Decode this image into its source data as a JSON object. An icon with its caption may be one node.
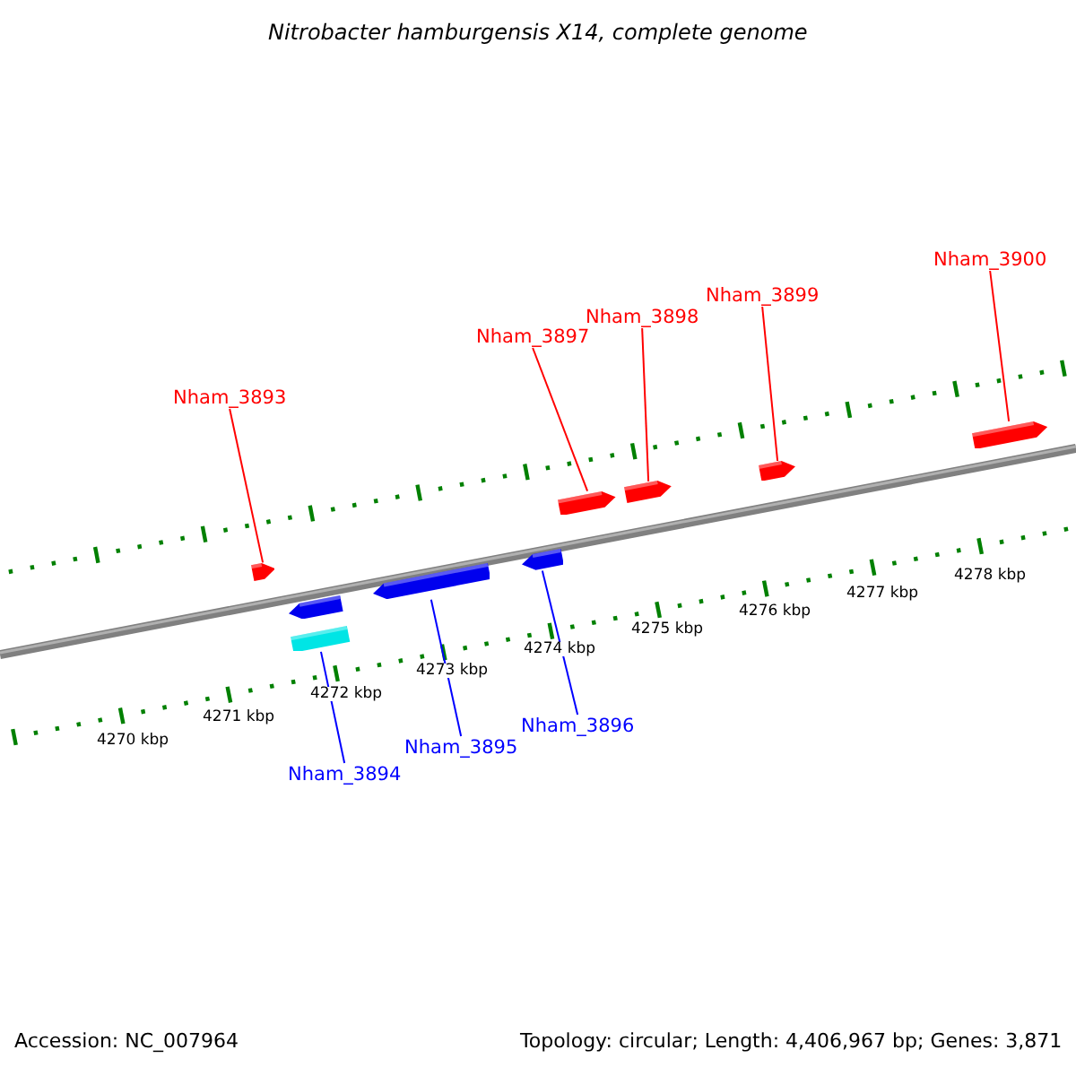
{
  "diagram": {
    "title": "Nitrobacter hamburgensis X14, complete genome",
    "nodes": [
      {
        "text": [
          "Nham_3900"
        ]
      },
      {
        "text": [
          "Nham_3899"
        ]
      },
      {
        "text": [
          "Nham_3898"
        ]
      },
      {
        "text": [
          "Nham_3897"
        ]
      },
      {
        "text": [
          "Nham_3893"
        ]
      },
      {
        "text": [
          "Nham_3896"
        ]
      },
      {
        "text": [
          "Nham_3895"
        ]
      },
      {
        "text": [
          "Nham_3894"
        ]
      },
      {
        "text": [],
        "shape": "pentagon"
      },
      {
        "text": [],
        "shape": "pentagon"
      },
      {
        "text": [],
        "shape": "bar"
      },
      {
        "text": [],
        "shape": "pentagon"
      },
      {
        "text": [],
        "shape": "pentagon"
      },
      {
        "text": [],
        "shape": "pentagon"
      },
      {
        "text": [],
        "shape": "pentagon"
      },
      {
        "text": [],
        "shape": "pentagon"
      },
      {
        "text": [],
        "shape": "pentagon"
      }
    ],
    "edges": [
      {
        "from": 0,
        "to": 16,
        "arrow": "none"
      },
      {
        "from": 1,
        "to": 15,
        "arrow": "none"
      },
      {
        "from": 2,
        "to": 14,
        "arrow": "none"
      },
      {
        "from": 3,
        "to": 13,
        "arrow": "none"
      },
      {
        "from": 4,
        "to": 8,
        "arrow": "none"
      },
      {
        "from": 5,
        "to": 12,
        "arrow": "none",
        "color": "#0000ff"
      },
      {
        "from": 6,
        "to": 11,
        "arrow": "none",
        "color": "#0000ff"
      },
      {
        "from": 7,
        "to": 10,
        "arrow": "none",
        "color": "#0000ff"
      }
    ],
    "labels": [
      "4270 kbp",
      "4271 kbp",
      "4272 kbp",
      "4273 kbp",
      "4274 kbp",
      "4275 kbp",
      "4276 kbp",
      "4277 kbp",
      "4278 kbp",
      "Accession: NC_007964",
      "Topology: circular; Length: 4,406,967 bp; Genes: 3,871"
    ]
  }
}
